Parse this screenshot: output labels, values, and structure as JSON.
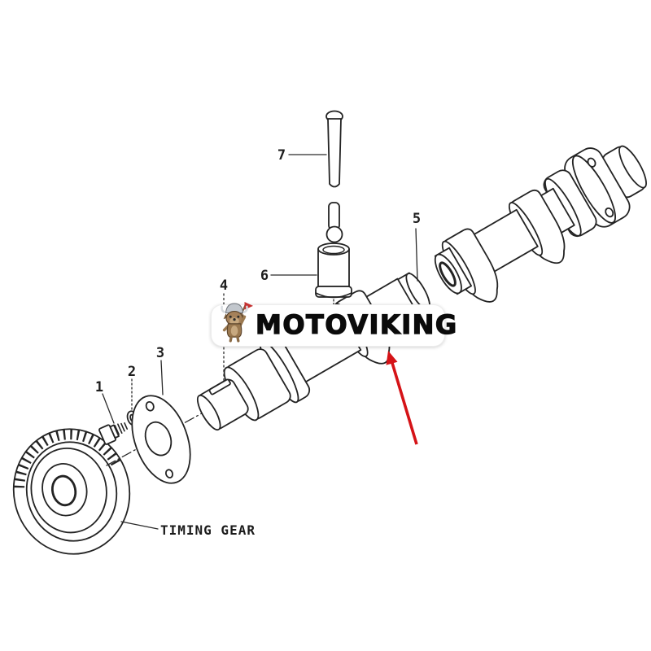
{
  "watermark": {
    "brand": "MOTOVIKING",
    "logo": "viking-dog-logo"
  },
  "diagram": {
    "annotation_label": "TIMING GEAR",
    "callouts": [
      "1",
      "2",
      "3",
      "4",
      "5",
      "6",
      "7"
    ],
    "colors": {
      "paper": "#ffffff",
      "ink": "#232323",
      "arrow_red": "#d51317",
      "logo_flag_red": "#c53030",
      "logo_helmet_grey": "#c2c7cd",
      "logo_fur_brown": "#9b7950"
    }
  }
}
